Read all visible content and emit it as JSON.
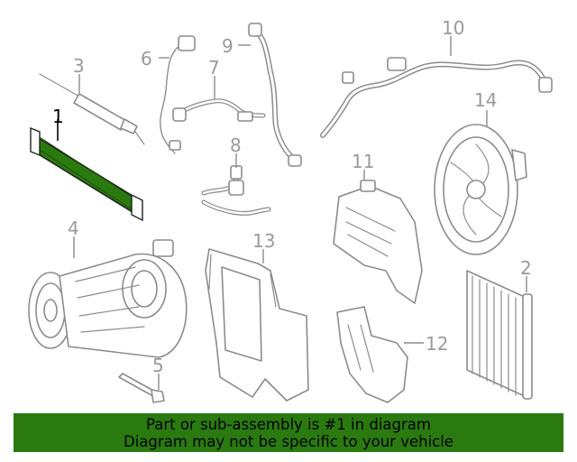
{
  "callouts": {
    "c1": "1",
    "c2": "2",
    "c3": "3",
    "c4": "4",
    "c5": "5",
    "c6": "6",
    "c7": "7",
    "c8": "8",
    "c9": "9",
    "c10": "10",
    "c11": "11",
    "c12": "12",
    "c13": "13",
    "c14": "14"
  },
  "highlight_color": "#2a7a10",
  "banner": {
    "line1": "Part or sub-assembly is #1 in diagram",
    "line2": "Diagram may not be specific to your vehicle"
  }
}
